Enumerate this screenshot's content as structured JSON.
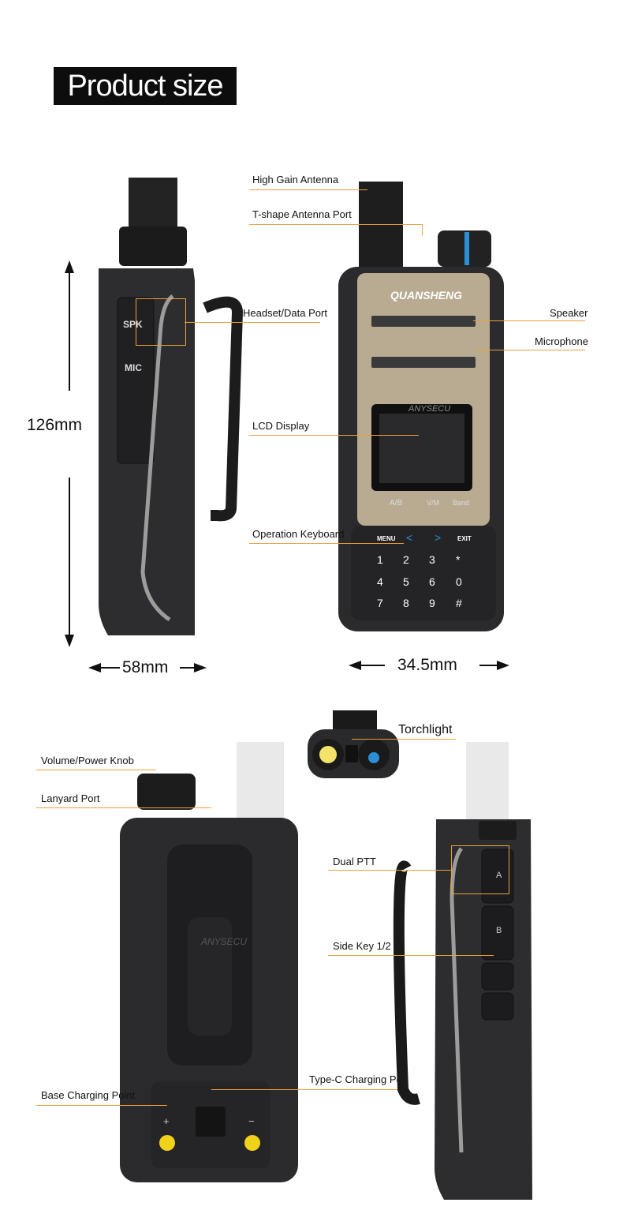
{
  "title": "Product size",
  "dimensions": {
    "height": "126mm",
    "depth": "58mm",
    "width": "34.5mm"
  },
  "brand": "QUANSHENG",
  "watermark": "ANYSECU",
  "callouts_front": {
    "antenna": "High Gain Antenna",
    "antenna_port": "T-shape Antenna Port",
    "headset_port": "Headset/Data Port",
    "speaker": "Speaker",
    "microphone": "Microphone",
    "lcd": "LCD Display",
    "keyboard": "Operation Keyboard"
  },
  "callouts_rear": {
    "volume_knob": "Volume/Power Knob",
    "lanyard": "Lanyard Port",
    "torchlight": "Torchlight",
    "dual_ptt": "Dual PTT",
    "side_key": "Side Key 1/2",
    "typec": "Type-C Charging Port",
    "base_charging": "Base Charging Point"
  },
  "side_labels": {
    "spk": "SPK",
    "mic": "MIC"
  },
  "ptt_labels": {
    "a": "A",
    "b": "B"
  },
  "keys": {
    "menu": "MENU",
    "exit": "EXIT",
    "ab": "A/B",
    "vm": "V/M",
    "band": "Band",
    "k1": "1",
    "k2": "2",
    "k3": "3",
    "kstar": "*",
    "k4": "4",
    "k5": "5",
    "k6": "6",
    "k0": "0",
    "k7": "7",
    "k8": "8",
    "k9": "9",
    "khash": "#"
  },
  "charge_labels": {
    "plus": "+",
    "minus": "−"
  },
  "colors": {
    "accent_line": "#e8a23a",
    "body": "#2b2b2d",
    "faceplate": "#b9ab91",
    "knob_blue": "#2a8fd6",
    "charge_contact": "#f1d21b"
  }
}
